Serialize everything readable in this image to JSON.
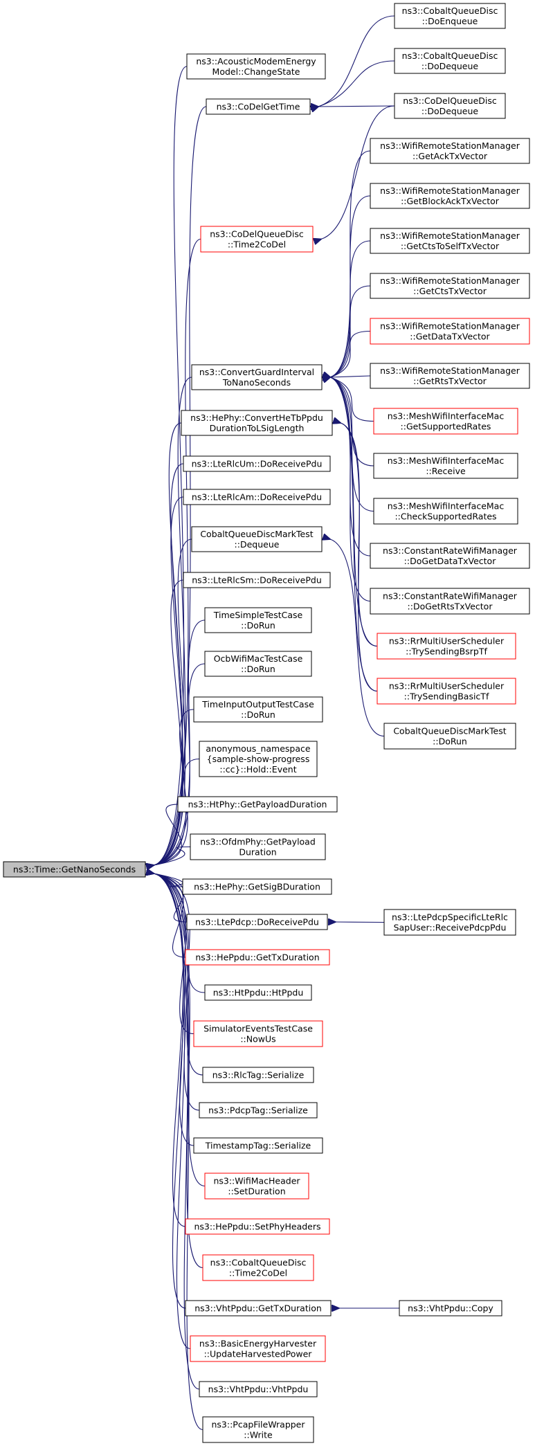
{
  "graph": {
    "nodes": [
      {
        "id": "root",
        "lines": [
          "ns3::Time::GetNanoSeconds"
        ],
        "style": "root"
      },
      {
        "id": "acoustic",
        "lines": [
          "ns3::AcousticModemEnergy",
          "Model::ChangeState"
        ],
        "style": "normal"
      },
      {
        "id": "codelgettime",
        "lines": [
          "ns3::CoDelGetTime"
        ],
        "style": "normal"
      },
      {
        "id": "cobalt_enq",
        "lines": [
          "ns3::CobaltQueueDisc",
          "::DoEnqueue"
        ],
        "style": "normal"
      },
      {
        "id": "cobalt_deq",
        "lines": [
          "ns3::CobaltQueueDisc",
          "::DoDequeue"
        ],
        "style": "normal"
      },
      {
        "id": "codel_deq",
        "lines": [
          "ns3::CoDelQueueDisc",
          "::DoDequeue"
        ],
        "style": "normal"
      },
      {
        "id": "codel_t2c",
        "lines": [
          "ns3::CoDelQueueDisc",
          "::Time2CoDel"
        ],
        "style": "red"
      },
      {
        "id": "convertgi",
        "lines": [
          "ns3::ConvertGuardInterval",
          "ToNanoSeconds"
        ],
        "style": "normal"
      },
      {
        "id": "w_ack",
        "lines": [
          "ns3::WifiRemoteStationManager",
          "::GetAckTxVector"
        ],
        "style": "normal"
      },
      {
        "id": "w_block",
        "lines": [
          "ns3::WifiRemoteStationManager",
          "::GetBlockAckTxVector"
        ],
        "style": "normal"
      },
      {
        "id": "w_ctsself",
        "lines": [
          "ns3::WifiRemoteStationManager",
          "::GetCtsToSelfTxVector"
        ],
        "style": "normal"
      },
      {
        "id": "w_cts",
        "lines": [
          "ns3::WifiRemoteStationManager",
          "::GetCtsTxVector"
        ],
        "style": "normal"
      },
      {
        "id": "w_data",
        "lines": [
          "ns3::WifiRemoteStationManager",
          "::GetDataTxVector"
        ],
        "style": "red"
      },
      {
        "id": "w_rts",
        "lines": [
          "ns3::WifiRemoteStationManager",
          "::GetRtsTxVector"
        ],
        "style": "normal"
      },
      {
        "id": "mesh_sup",
        "lines": [
          "ns3::MeshWifiInterfaceMac",
          "::GetSupportedRates"
        ],
        "style": "red"
      },
      {
        "id": "mesh_recv",
        "lines": [
          "ns3::MeshWifiInterfaceMac",
          "::Receive"
        ],
        "style": "normal"
      },
      {
        "id": "mesh_check",
        "lines": [
          "ns3::MeshWifiInterfaceMac",
          "::CheckSupportedRates"
        ],
        "style": "normal"
      },
      {
        "id": "crw_data",
        "lines": [
          "ns3::ConstantRateWifiManager",
          "::DoGetDataTxVector"
        ],
        "style": "normal"
      },
      {
        "id": "crw_rts",
        "lines": [
          "ns3::ConstantRateWifiManager",
          "::DoGetRtsTxVector"
        ],
        "style": "normal"
      },
      {
        "id": "rr_bsrp",
        "lines": [
          "ns3::RrMultiUserScheduler",
          "::TrySendingBsrpTf"
        ],
        "style": "red"
      },
      {
        "id": "rr_basic",
        "lines": [
          "ns3::RrMultiUserScheduler",
          "::TrySendingBasicTf"
        ],
        "style": "red"
      },
      {
        "id": "cobalt_run",
        "lines": [
          "CobaltQueueDiscMarkTest",
          "::DoRun"
        ],
        "style": "normal"
      },
      {
        "id": "hephy_conv",
        "lines": [
          "ns3::HePhy::ConvertHeTbPpdu",
          "DurationToLSigLength"
        ],
        "style": "normal"
      },
      {
        "id": "rlcum",
        "lines": [
          "ns3::LteRlcUm::DoReceivePdu"
        ],
        "style": "normal"
      },
      {
        "id": "rlcam",
        "lines": [
          "ns3::LteRlcAm::DoReceivePdu"
        ],
        "style": "normal"
      },
      {
        "id": "cobalt_dq",
        "lines": [
          "CobaltQueueDiscMarkTest",
          "::Dequeue"
        ],
        "style": "normal"
      },
      {
        "id": "rlctm",
        "lines": [
          "ns3::LteRlcSm::DoReceivePdu"
        ],
        "style": "normal"
      },
      {
        "id": "timesimple",
        "lines": [
          "TimeSimpleTestCase",
          "::DoRun"
        ],
        "style": "normal"
      },
      {
        "id": "ocb",
        "lines": [
          "OcbWifiMacTestCase",
          "::DoRun"
        ],
        "style": "normal"
      },
      {
        "id": "timeio",
        "lines": [
          "TimeInputOutputTestCase",
          "::DoRun"
        ],
        "style": "normal"
      },
      {
        "id": "anon",
        "lines": [
          "anonymous_namespace",
          "{sample-show-progress",
          "::cc}::Hold::Event"
        ],
        "style": "normal"
      },
      {
        "id": "htphy",
        "lines": [
          "ns3::HtPhy::GetPayloadDuration"
        ],
        "style": "normal"
      },
      {
        "id": "ofdm",
        "lines": [
          "ns3::OfdmPhy::GetPayload",
          "Duration"
        ],
        "style": "normal"
      },
      {
        "id": "hesigb",
        "lines": [
          "ns3::HePhy::GetSigBDuration"
        ],
        "style": "normal"
      },
      {
        "id": "ltepdcp",
        "lines": [
          "ns3::LtePdcp::DoReceivePdu"
        ],
        "style": "normal"
      },
      {
        "id": "ltepdcp_sap",
        "lines": [
          "ns3::LtePdcpSpecificLteRlc",
          "SapUser::ReceivePdcpPdu"
        ],
        "style": "normal"
      },
      {
        "id": "heppdu_tx",
        "lines": [
          "ns3::HePpdu::GetTxDuration"
        ],
        "style": "red"
      },
      {
        "id": "htppdu",
        "lines": [
          "ns3::HtPpdu::HtPpdu"
        ],
        "style": "normal"
      },
      {
        "id": "simnow",
        "lines": [
          "SimulatorEventsTestCase",
          "::NowUs"
        ],
        "style": "red"
      },
      {
        "id": "rlctag",
        "lines": [
          "ns3::RlcTag::Serialize"
        ],
        "style": "normal"
      },
      {
        "id": "pdcptag",
        "lines": [
          "ns3::PdcpTag::Serialize"
        ],
        "style": "normal"
      },
      {
        "id": "tstag",
        "lines": [
          "TimestampTag::Serialize"
        ],
        "style": "normal"
      },
      {
        "id": "wifimac",
        "lines": [
          "ns3::WifiMacHeader",
          "::SetDuration"
        ],
        "style": "red"
      },
      {
        "id": "heppdu_set",
        "lines": [
          "ns3::HePpdu::SetPhyHeaders"
        ],
        "style": "red"
      },
      {
        "id": "cobalt_t2c",
        "lines": [
          "ns3::CobaltQueueDisc",
          "::Time2CoDel"
        ],
        "style": "red"
      },
      {
        "id": "vht_tx",
        "lines": [
          "ns3::VhtPpdu::GetTxDuration"
        ],
        "style": "normal"
      },
      {
        "id": "vht_copy",
        "lines": [
          "ns3::VhtPpdu::Copy"
        ],
        "style": "normal"
      },
      {
        "id": "basic_energy",
        "lines": [
          "ns3::BasicEnergyHarvester",
          "::UpdateHarvestedPower"
        ],
        "style": "red"
      },
      {
        "id": "vht_vht",
        "lines": [
          "ns3::VhtPpdu::VhtPpdu"
        ],
        "style": "normal"
      },
      {
        "id": "pcap",
        "lines": [
          "ns3::PcapFileWrapper",
          "::Write"
        ],
        "style": "normal"
      }
    ]
  }
}
